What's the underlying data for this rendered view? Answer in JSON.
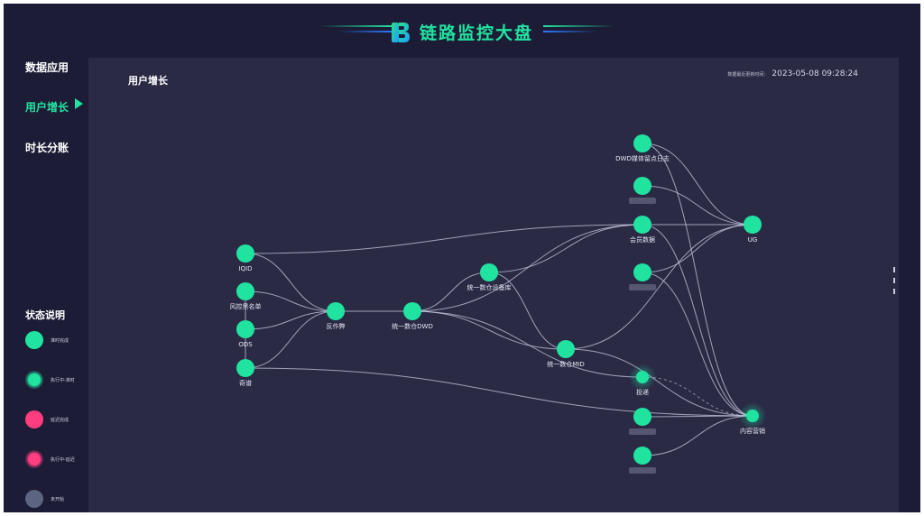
{
  "header": {
    "title": "链路监控大盘",
    "logo_icon": "b-logo-icon"
  },
  "sidebar": {
    "items": [
      {
        "label": "数据应用",
        "active": false
      },
      {
        "label": "用户增长",
        "active": true
      },
      {
        "label": "时长分账",
        "active": false
      }
    ],
    "legend_title": "状态说明",
    "legend": [
      {
        "label": "准时完成",
        "color": "#21e3a0",
        "style": "solid"
      },
      {
        "label": "执行中-准时",
        "color": "#21e3a0",
        "style": "glow"
      },
      {
        "label": "延迟完成",
        "color": "#ff3d7f",
        "style": "solid"
      },
      {
        "label": "执行中-延迟",
        "color": "#ff3d7f",
        "style": "glow"
      },
      {
        "label": "未开始",
        "color": "#5b6480",
        "style": "solid"
      }
    ]
  },
  "main": {
    "page_title": "用户增长",
    "update_label": "数据最近更新时间：",
    "update_time": "2023-05-08 09:28:24"
  },
  "graph": {
    "nodes": [
      {
        "id": "iqid",
        "label": "IQID",
        "state": "done"
      },
      {
        "id": "blacklist",
        "label": "风控黑名单",
        "state": "done"
      },
      {
        "id": "ods",
        "label": "ODS",
        "state": "done"
      },
      {
        "id": "qipu",
        "label": "奇谱",
        "state": "done"
      },
      {
        "id": "antifraud",
        "label": "反作弊",
        "state": "done"
      },
      {
        "id": "dwd",
        "label": "统一数仓DWD",
        "state": "done"
      },
      {
        "id": "device",
        "label": "统一数仓设备库",
        "state": "done"
      },
      {
        "id": "mid",
        "label": "统一数仓MID",
        "state": "done"
      },
      {
        "id": "dwdlog",
        "label": "DWD媒体留点日志",
        "state": "done"
      },
      {
        "id": "blurred1",
        "label": "",
        "state": "done"
      },
      {
        "id": "member",
        "label": "会员数据",
        "state": "done"
      },
      {
        "id": "blurred2",
        "label": "",
        "state": "done"
      },
      {
        "id": "pugao",
        "label": "投递",
        "state": "running"
      },
      {
        "id": "blurred3",
        "label": "",
        "state": "done"
      },
      {
        "id": "blurred4",
        "label": "",
        "state": "done"
      },
      {
        "id": "ug",
        "label": "UG",
        "state": "done"
      },
      {
        "id": "content",
        "label": "内容营销",
        "state": "running"
      }
    ]
  }
}
